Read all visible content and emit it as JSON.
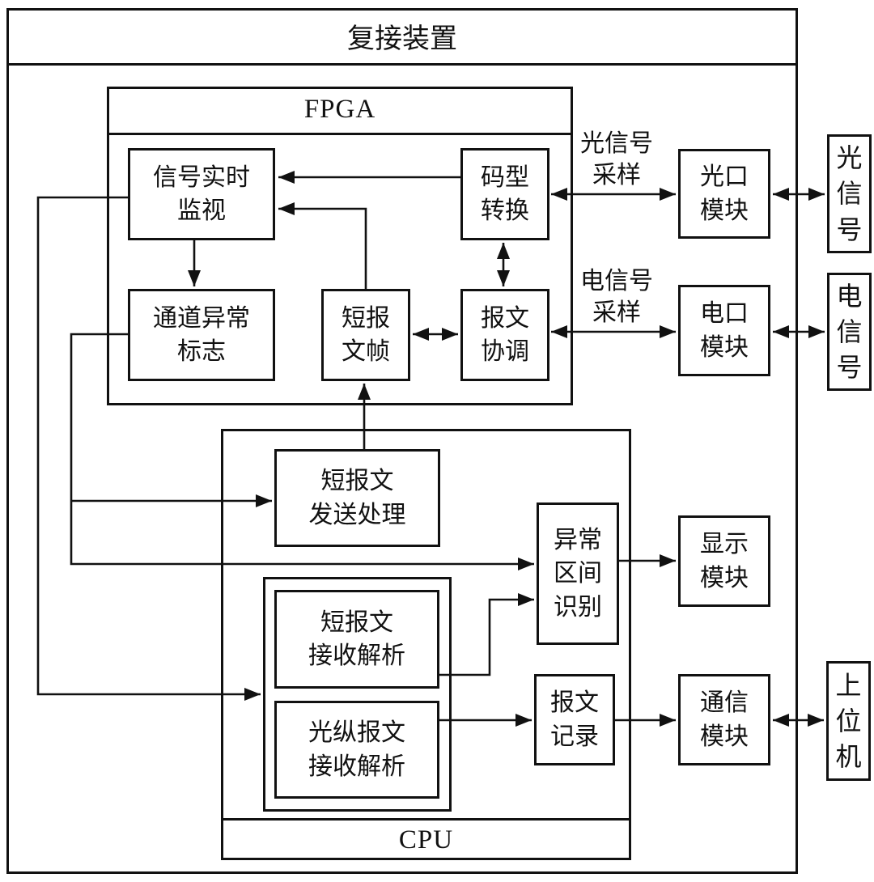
{
  "device": {
    "title": "复接装置"
  },
  "fpga": {
    "label": "FPGA"
  },
  "cpu": {
    "label": "CPU"
  },
  "boxes": {
    "signal_monitor": {
      "lines": [
        "信号实时",
        "监视"
      ]
    },
    "channel_flag": {
      "lines": [
        "通道异常",
        "标志"
      ]
    },
    "code_convert": {
      "lines": [
        "码型",
        "转换"
      ]
    },
    "short_msg_frame": {
      "lines": [
        "短报",
        "文帧"
      ]
    },
    "msg_coordinate": {
      "lines": [
        "报文",
        "协调"
      ]
    },
    "optical_port": {
      "lines": [
        "光口",
        "模块"
      ]
    },
    "electrical_port": {
      "lines": [
        "电口",
        "模块"
      ]
    },
    "display_module": {
      "lines": [
        "显示",
        "模块"
      ]
    },
    "comm_module": {
      "lines": [
        "通信",
        "模块"
      ]
    },
    "short_msg_send": {
      "lines": [
        "短报文",
        "发送处理"
      ]
    },
    "short_msg_recv": {
      "lines": [
        "短报文",
        "接收解析"
      ]
    },
    "optical_msg_recv": {
      "lines": [
        "光纵报文",
        "接收解析"
      ]
    },
    "abnormal_interval": {
      "lines": [
        "异常",
        "区间",
        "识别"
      ]
    },
    "msg_record": {
      "lines": [
        "报文",
        "记录"
      ]
    },
    "optical_signal": {
      "lines": [
        "光",
        "信",
        "号"
      ]
    },
    "electrical_signal": {
      "lines": [
        "电",
        "信",
        "号"
      ]
    },
    "host_computer": {
      "lines": [
        "上",
        "位",
        "机"
      ]
    }
  },
  "labels": {
    "optical_sampling": {
      "lines": [
        "光信号",
        "采样"
      ]
    },
    "electrical_sampling": {
      "lines": [
        "电信号",
        "采样"
      ]
    }
  },
  "colors": {
    "line": "#111111",
    "background": "#ffffff"
  }
}
